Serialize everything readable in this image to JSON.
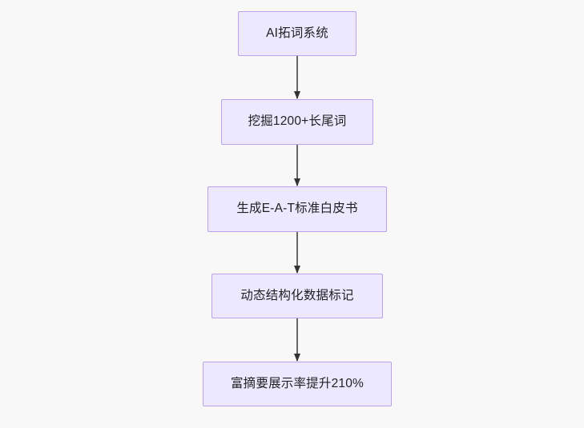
{
  "diagram": {
    "type": "flowchart",
    "direction": "top-to-bottom",
    "background_color": "#f8f8f8",
    "node_fill_color": "#ece8fd",
    "node_border_color": "#b9a2e8",
    "edge_color": "#666666",
    "arrowhead_color": "#333333",
    "text_color": "#1f2023",
    "nodes": [
      {
        "id": "n0",
        "label": "AI拓词系统"
      },
      {
        "id": "n1",
        "label": "挖掘1200+长尾词"
      },
      {
        "id": "n2",
        "label": "生成E-A-T标准白皮书"
      },
      {
        "id": "n3",
        "label": "动态结构化数据标记"
      },
      {
        "id": "n4",
        "label": "富摘要展示率提升210%"
      }
    ],
    "edges": [
      {
        "from": "n0",
        "to": "n1",
        "label": ""
      },
      {
        "from": "n1",
        "to": "n2",
        "label": ""
      },
      {
        "from": "n2",
        "to": "n3",
        "label": ""
      },
      {
        "from": "n3",
        "to": "n4",
        "label": ""
      }
    ]
  }
}
